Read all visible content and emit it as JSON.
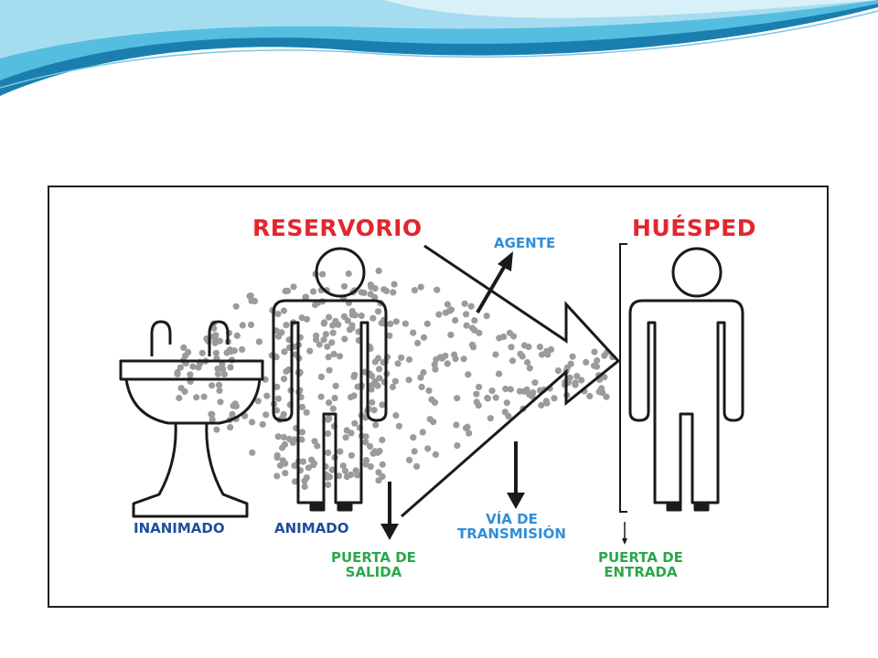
{
  "slide": {
    "background": "#ffffff",
    "wave_colors": [
      "#1a7fae",
      "#55bde0",
      "#a6dcef",
      "#d8f0f8"
    ]
  },
  "diagram": {
    "labels": {
      "reservorio": "RESERVORIO",
      "huesped": "HUÉSPED",
      "agente": "AGENTE",
      "inanimado": "INANIMADO",
      "animado": "ANIMADO",
      "puerta_salida": [
        "PUERTA DE",
        "SALIDA"
      ],
      "via_transmision": [
        "VÍA DE",
        "TRANSMISIÓN"
      ],
      "puerta_entrada": [
        "PUERTA DE",
        "ENTRADA"
      ]
    },
    "colors": {
      "title_red": "#e3262d",
      "dark_blue": "#1f4e9c",
      "light_blue": "#2f8fd8",
      "green": "#2aa84a",
      "dots": "#9b9b9b",
      "line": "#1a1a1a"
    },
    "icons": [
      "sink-icon",
      "person-icon",
      "arrow-icon"
    ]
  }
}
